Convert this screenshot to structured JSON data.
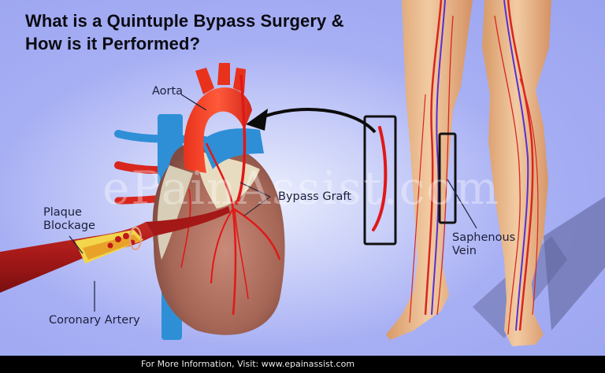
{
  "title": {
    "line1": "What is a Quintuple Bypass Surgery &",
    "line2": "How is it Performed?"
  },
  "labels": {
    "aorta": "Aorta",
    "bypass_graft": "Bypass Graft",
    "plaque_blockage_line1": "Plaque",
    "plaque_blockage_line2": "Blockage",
    "coronary_artery": "Coronary Artery",
    "saphenous_vein_line1": "Saphenous",
    "saphenous_vein_line2": "Vein"
  },
  "watermark": "ePainAssist.com",
  "footer": {
    "text": "For More Information, Visit: www.epainassist.com"
  },
  "colors": {
    "background": "#a7aff4",
    "artery_red": "#d8261e",
    "vein_blue": "#2f8fd6",
    "skin": "#e9b98c",
    "footer_bg": "#000000"
  }
}
